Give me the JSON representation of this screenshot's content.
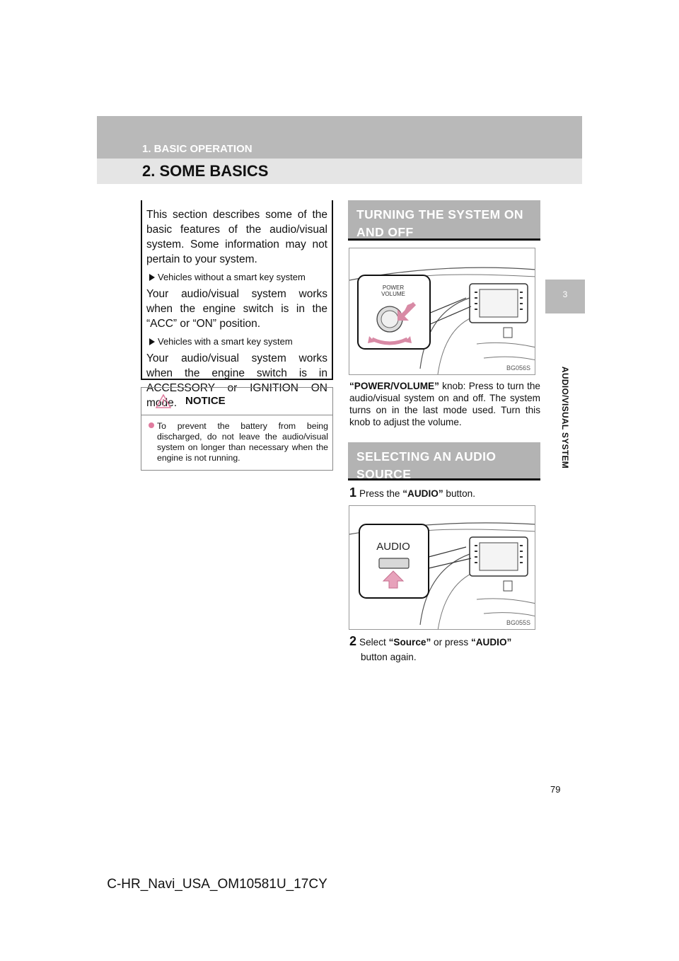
{
  "header": {
    "section": "1. BASIC OPERATION",
    "title": "2. SOME BASICS"
  },
  "side_tab": {
    "chapter_number": "3",
    "chapter_title": "AUDIO/VISUAL SYSTEM"
  },
  "intro": {
    "text": "This section describes some of the basic features of the audio/visual system. Some information may not pertain to your system.",
    "bullet1": "Vehicles without a smart key system",
    "para1": "Your audio/visual system works when the engine switch is in the “ACC” or “ON” position.",
    "bullet2": "Vehicles with a smart key system",
    "para2": "Your audio/visual system works when the engine switch is in ACCESSORY or IGNITION ON mode."
  },
  "notice": {
    "title": "NOTICE",
    "text": "To prevent the battery from being discharged, do not leave the audio/visual system on longer than necessary when the engine is not running."
  },
  "section_power": {
    "heading_line1": "TURNING THE SYSTEM ON",
    "heading_line2": "AND OFF",
    "figure_label_line1": "POWER",
    "figure_label_line2": "VOLUME",
    "figure_code": "BG056S",
    "knob_name": "“POWER/VOLUME”",
    "description": " knob: Press to turn the audio/visual system on and off. The system turns on in the last mode used. Turn this knob to adjust the volume."
  },
  "section_source": {
    "heading_line1": "SELECTING AN AUDIO",
    "heading_line2": "SOURCE",
    "step1_number": "1",
    "step1_pre": "Press the ",
    "step1_bold": "“AUDIO”",
    "step1_post": " button.",
    "figure_label": "AUDIO",
    "figure_code": "BG055S",
    "step2_number": "2",
    "step2_pre": "Select ",
    "step2_bold1": "“Source”",
    "step2_mid": " or press ",
    "step2_bold2": "“AUDIO”",
    "step2_post": "button again."
  },
  "footer": {
    "page_number": "79",
    "document_code": "C-HR_Navi_USA_OM10581U_17CY"
  }
}
